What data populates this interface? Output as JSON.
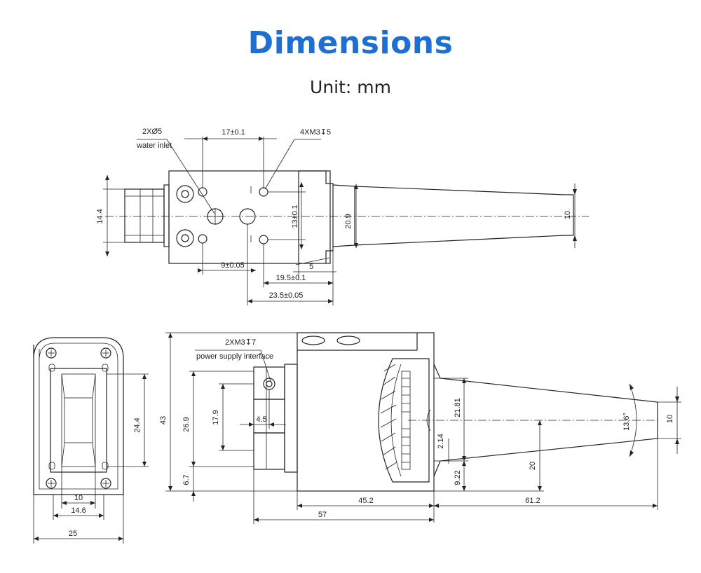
{
  "header": {
    "title": "Dimensions",
    "subtitle": "Unit: mm"
  },
  "top_view": {
    "water_inlet_count": "2XØ5",
    "water_inlet_label": "water inlet",
    "dim_17": "17±0.1",
    "thread_4x": "4XM3↧5",
    "dim_14_4": "14.4",
    "dim_13": "13±0.1",
    "dim_20_9": "20.9",
    "dim_10": "10",
    "dim_9": "9±0.05",
    "dim_5": "5",
    "dim_19_5": "19.5±0.1",
    "dim_23_5": "23.5±0.05"
  },
  "end_view": {
    "dim_24_4": "24.4",
    "dim_10": "10",
    "dim_14_6": "14.6",
    "dim_25": "25"
  },
  "side_view": {
    "thread_2x": "2XM3↧7",
    "power_label": "power supply interface",
    "dim_43": "43",
    "dim_26_9": "26.9",
    "dim_17_9": "17.9",
    "dim_4_5": "4.5",
    "dim_6_7": "6.7",
    "dim_21_81": "21.81",
    "dim_2_14": "2.14",
    "dim_9_22": "9.22",
    "dim_20": "20",
    "dim_13_6": "13.6°",
    "dim_10": "10",
    "dim_45_2": "45.2",
    "dim_61_2": "61.2",
    "dim_57": "57"
  }
}
